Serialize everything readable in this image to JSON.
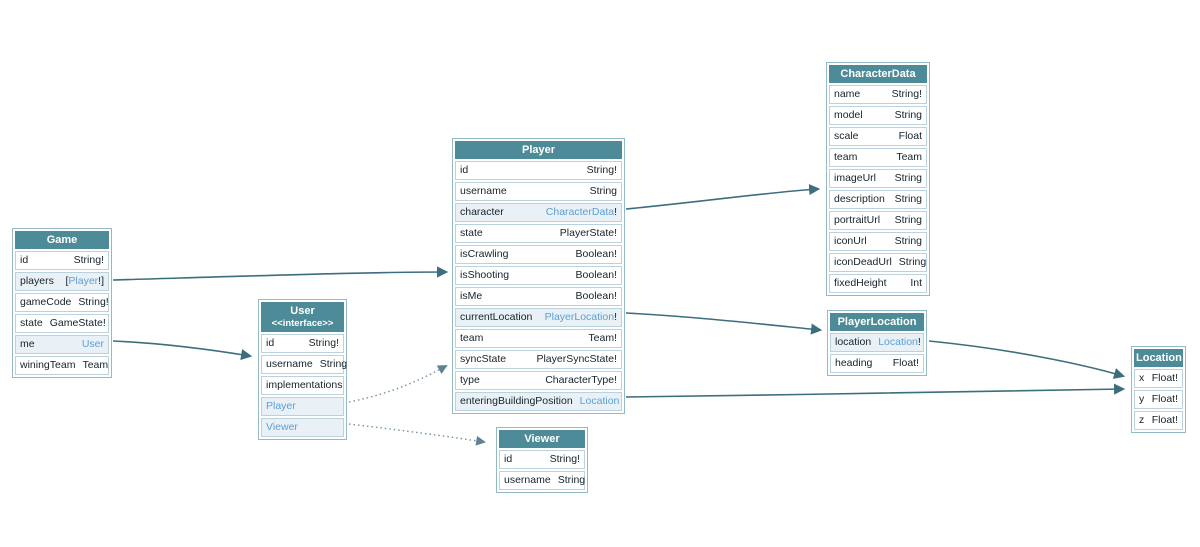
{
  "colors": {
    "header_bg": "#4e8b99",
    "link_text": "#5b9fd6",
    "arrow_solid": "#3d6e7e",
    "arrow_dotted": "#6f94a1",
    "link_row_bg": "#e9f1f7",
    "row_border": "#b9d2dd"
  },
  "tables": [
    {
      "key": "game",
      "title": "Game",
      "subtitle": "",
      "fields": [
        {
          "name": "id",
          "type": "String!"
        },
        {
          "name": "players",
          "type_pre": "[",
          "type_link": "Player",
          "type_post": "!]"
        },
        {
          "name": "gameCode",
          "type": "String!"
        },
        {
          "name": "state",
          "type": "GameState!"
        },
        {
          "name": "me",
          "type_pre": "",
          "type_link": "User",
          "type_post": ""
        },
        {
          "name": "winingTeam",
          "type": "Team"
        }
      ]
    },
    {
      "key": "user",
      "title": "User",
      "subtitle": "<<interface>>",
      "fields": [
        {
          "name": "id",
          "type": "String!"
        },
        {
          "name": "username",
          "type": "String"
        },
        {
          "name": "implementations",
          "type": ""
        },
        {
          "name_link": "Player"
        },
        {
          "name_link": "Viewer"
        }
      ]
    },
    {
      "key": "player",
      "title": "Player",
      "subtitle": "",
      "fields": [
        {
          "name": "id",
          "type": "String!"
        },
        {
          "name": "username",
          "type": "String"
        },
        {
          "name": "character",
          "type_pre": "",
          "type_link": "CharacterData",
          "type_post": "!"
        },
        {
          "name": "state",
          "type": "PlayerState!"
        },
        {
          "name": "isCrawling",
          "type": "Boolean!"
        },
        {
          "name": "isShooting",
          "type": "Boolean!"
        },
        {
          "name": "isMe",
          "type": "Boolean!"
        },
        {
          "name": "currentLocation",
          "type_pre": "",
          "type_link": "PlayerLocation",
          "type_post": "!"
        },
        {
          "name": "team",
          "type": "Team!"
        },
        {
          "name": "syncState",
          "type": "PlayerSyncState!"
        },
        {
          "name": "type",
          "type": "CharacterType!"
        },
        {
          "name": "enteringBuildingPosition",
          "type_pre": "",
          "type_link": "Location",
          "type_post": ""
        }
      ]
    },
    {
      "key": "viewer",
      "title": "Viewer",
      "subtitle": "",
      "fields": [
        {
          "name": "id",
          "type": "String!"
        },
        {
          "name": "username",
          "type": "String"
        }
      ]
    },
    {
      "key": "characterdata",
      "title": "CharacterData",
      "subtitle": "",
      "fields": [
        {
          "name": "name",
          "type": "String!"
        },
        {
          "name": "model",
          "type": "String"
        },
        {
          "name": "scale",
          "type": "Float"
        },
        {
          "name": "team",
          "type": "Team"
        },
        {
          "name": "imageUrl",
          "type": "String"
        },
        {
          "name": "description",
          "type": "String"
        },
        {
          "name": "portraitUrl",
          "type": "String"
        },
        {
          "name": "iconUrl",
          "type": "String"
        },
        {
          "name": "iconDeadUrl",
          "type": "String"
        },
        {
          "name": "fixedHeight",
          "type": "Int"
        }
      ]
    },
    {
      "key": "playerlocation",
      "title": "PlayerLocation",
      "subtitle": "",
      "fields": [
        {
          "name": "location",
          "type_pre": "",
          "type_link": "Location",
          "type_post": "!"
        },
        {
          "name": "heading",
          "type": "Float!"
        }
      ]
    },
    {
      "key": "location",
      "title": "Location",
      "subtitle": "",
      "fields": [
        {
          "name": "x",
          "type": "Float!"
        },
        {
          "name": "y",
          "type": "Float!"
        },
        {
          "name": "z",
          "type": "Float!"
        }
      ]
    }
  ],
  "edges": [
    {
      "id": "game-players-to-player",
      "from": "Game.players",
      "to": "Player",
      "style": "solid"
    },
    {
      "id": "game-me-to-user",
      "from": "Game.me",
      "to": "User",
      "style": "solid"
    },
    {
      "id": "player-character-to-characterdata",
      "from": "Player.character",
      "to": "CharacterData",
      "style": "solid"
    },
    {
      "id": "player-currentlocation-to-playerlocation",
      "from": "Player.currentLocation",
      "to": "PlayerLocation",
      "style": "solid"
    },
    {
      "id": "player-enteringbuildingposition-to-location",
      "from": "Player.enteringBuildingPosition",
      "to": "Location",
      "style": "solid"
    },
    {
      "id": "playerlocation-location-to-location",
      "from": "PlayerLocation.location",
      "to": "Location",
      "style": "solid"
    },
    {
      "id": "user-player-to-player",
      "from": "User.Player",
      "to": "Player",
      "style": "dotted"
    },
    {
      "id": "user-viewer-to-viewer",
      "from": "User.Viewer",
      "to": "Viewer",
      "style": "dotted"
    }
  ]
}
